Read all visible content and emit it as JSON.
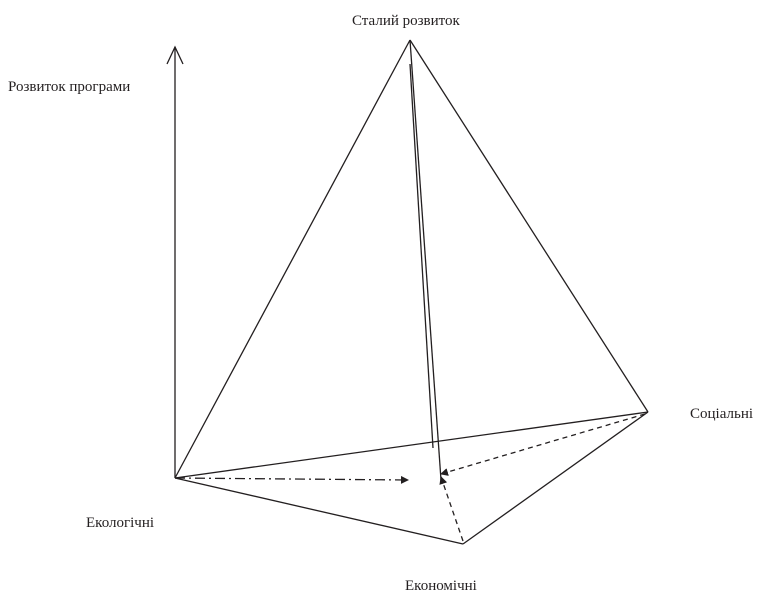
{
  "labels": {
    "apex": "Сталий розвиток",
    "axis": "Розвиток програми",
    "social": "Соціальні",
    "ecological": "Екологічні",
    "economic": "Економічні"
  },
  "colors": {
    "line": "#231f20",
    "background": "#ffffff"
  }
}
